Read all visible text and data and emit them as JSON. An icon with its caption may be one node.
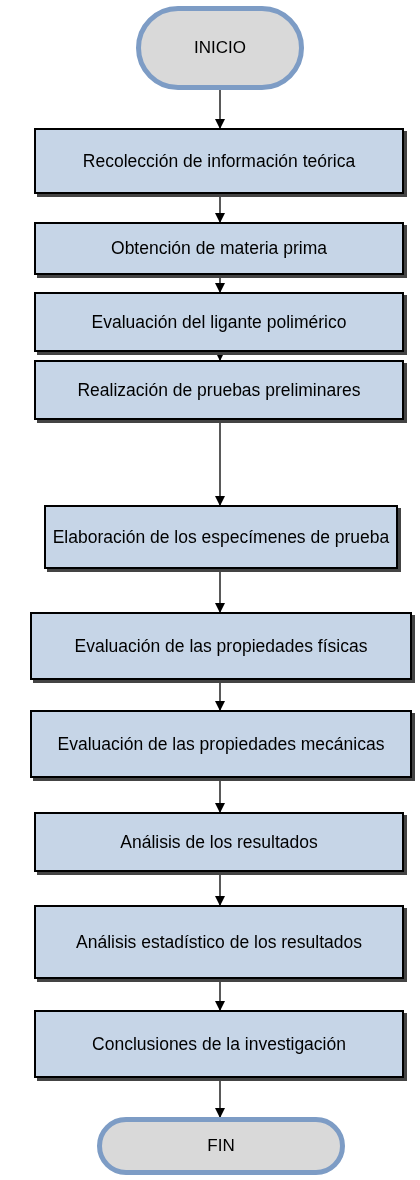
{
  "diagram": {
    "nodes": [
      {
        "text": [
          "INICIO"
        ]
      },
      {
        "text": [
          "Recolección de información teórica"
        ]
      },
      {
        "text": [
          "Obtención de materia prima"
        ]
      },
      {
        "text": [
          "Evaluación del ligante polimérico"
        ]
      },
      {
        "text": [
          "Realización de pruebas preliminares"
        ]
      },
      {
        "text": [
          "Elaboración de los especímenes de prueba"
        ]
      },
      {
        "text": [
          "Evaluación de las propiedades físicas"
        ]
      },
      {
        "text": [
          "Evaluación de las propiedades mecánicas"
        ]
      },
      {
        "text": [
          "Análisis de los resultados"
        ]
      },
      {
        "text": [
          "Análisis estadístico de los resultados"
        ]
      },
      {
        "text": [
          "Conclusiones de la investigación"
        ]
      },
      {
        "text": [
          "FIN"
        ]
      }
    ],
    "edges": [
      {
        "from": 0,
        "to": 1,
        "arrow": "to"
      },
      {
        "from": 1,
        "to": 2,
        "arrow": "to"
      },
      {
        "from": 2,
        "to": 3,
        "arrow": "to"
      },
      {
        "from": 3,
        "to": 4,
        "arrow": "to"
      },
      {
        "from": 4,
        "to": 5,
        "arrow": "to"
      },
      {
        "from": 5,
        "to": 6,
        "arrow": "to"
      },
      {
        "from": 6,
        "to": 7,
        "arrow": "to"
      },
      {
        "from": 7,
        "to": 8,
        "arrow": "to"
      },
      {
        "from": 8,
        "to": 9,
        "arrow": "to"
      },
      {
        "from": 9,
        "to": 10,
        "arrow": "to"
      },
      {
        "from": 10,
        "to": 11,
        "arrow": "to"
      }
    ]
  }
}
